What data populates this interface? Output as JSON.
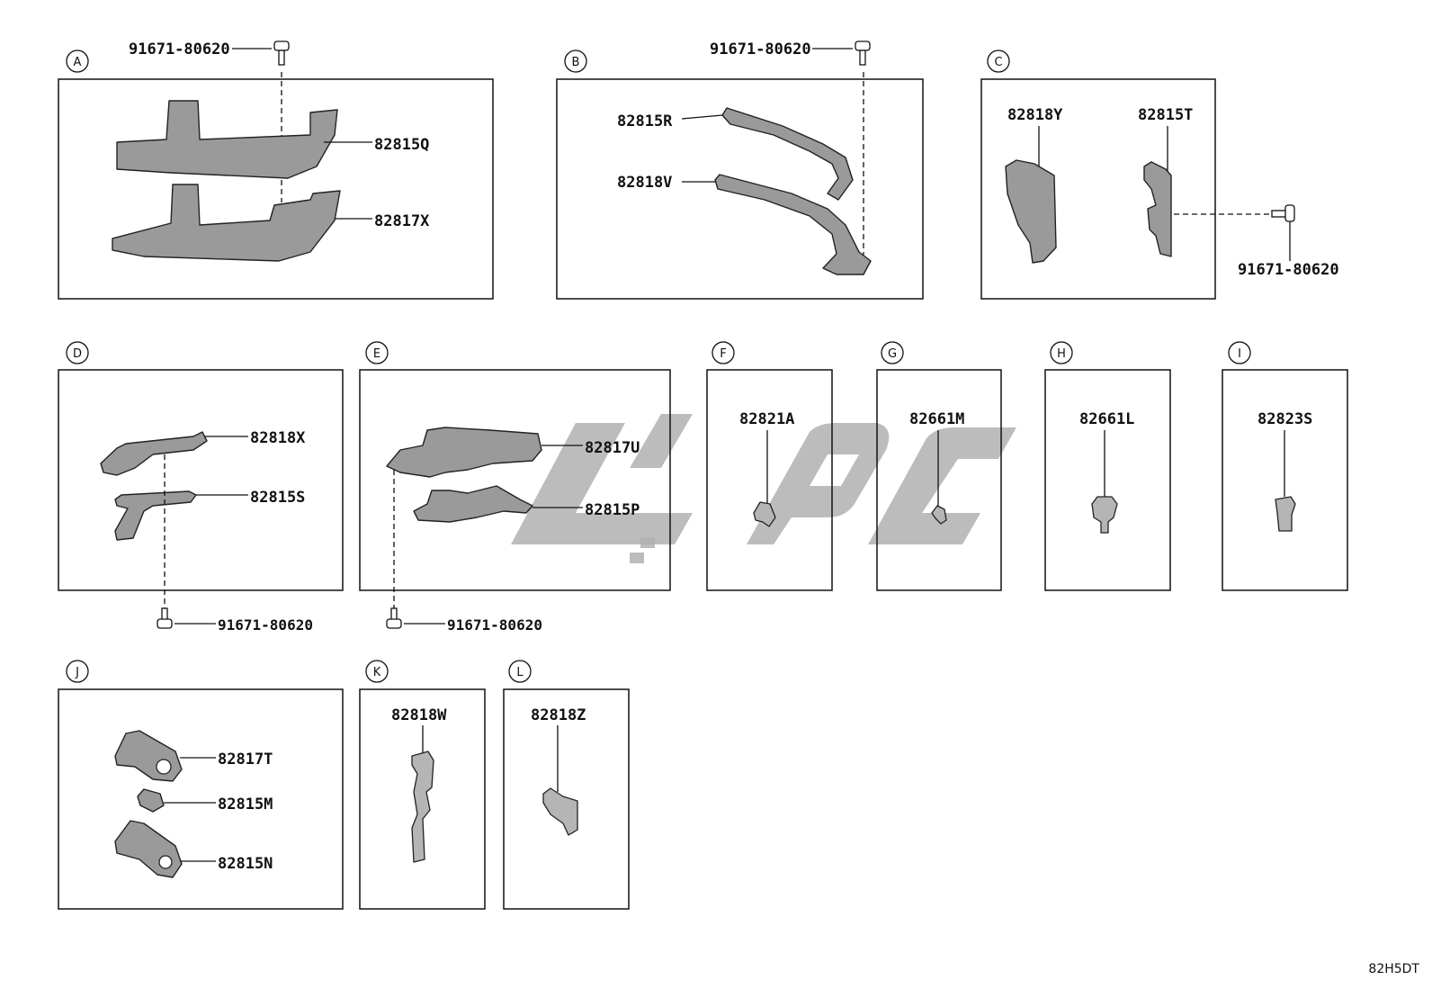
{
  "sections": {
    "A": {
      "letter": "A",
      "parts": [
        "91671-80620",
        "82815Q",
        "82817X"
      ]
    },
    "B": {
      "letter": "B",
      "parts": [
        "91671-80620",
        "82815R",
        "82818V"
      ]
    },
    "C": {
      "letter": "C",
      "parts": [
        "82818Y",
        "82815T",
        "91671-80620"
      ]
    },
    "D": {
      "letter": "D",
      "parts": [
        "82818X",
        "82815S",
        "91671-80620"
      ]
    },
    "E": {
      "letter": "E",
      "parts": [
        "82817U",
        "82815P",
        "91671-80620"
      ]
    },
    "F": {
      "letter": "F",
      "parts": [
        "82821A"
      ]
    },
    "G": {
      "letter": "G",
      "parts": [
        "82661M"
      ]
    },
    "H": {
      "letter": "H",
      "parts": [
        "82661L"
      ]
    },
    "I": {
      "letter": "I",
      "parts": [
        "82823S"
      ]
    },
    "J": {
      "letter": "J",
      "parts": [
        "82817T",
        "82815M",
        "82815N"
      ]
    },
    "K": {
      "letter": "K",
      "parts": [
        "82818W"
      ]
    },
    "L": {
      "letter": "L",
      "parts": [
        "82818Z"
      ]
    }
  },
  "diagram_code": "82H5DT"
}
